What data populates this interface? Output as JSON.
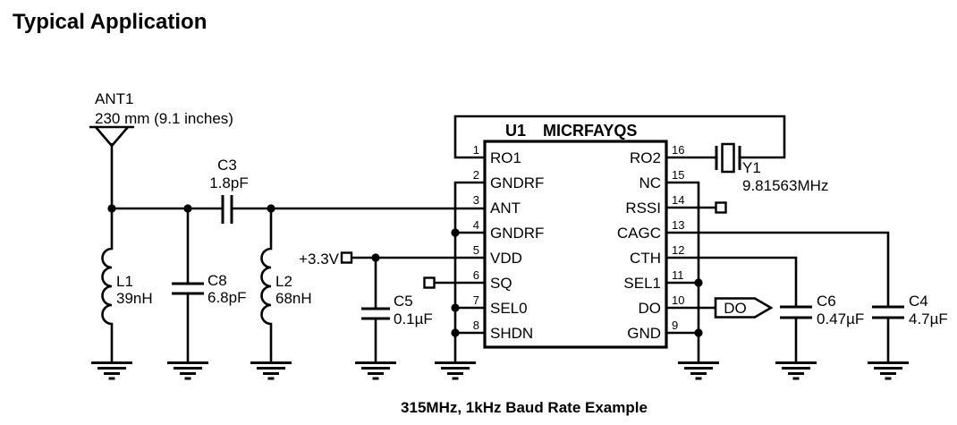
{
  "title": "Typical Application",
  "caption": "315MHz, 1kHz Baud Rate Example",
  "ic": {
    "ref": "U1",
    "part": "MICRFAYQS",
    "left_pins": [
      {
        "num": "1",
        "name": "RO1"
      },
      {
        "num": "2",
        "name": "GNDRF"
      },
      {
        "num": "3",
        "name": "ANT"
      },
      {
        "num": "4",
        "name": "GNDRF"
      },
      {
        "num": "5",
        "name": "VDD"
      },
      {
        "num": "6",
        "name": "SQ"
      },
      {
        "num": "7",
        "name": "SEL0"
      },
      {
        "num": "8",
        "name": "SHDN"
      }
    ],
    "right_pins": [
      {
        "num": "16",
        "name": "RO2"
      },
      {
        "num": "15",
        "name": "NC"
      },
      {
        "num": "14",
        "name": "RSSI"
      },
      {
        "num": "13",
        "name": "CAGC"
      },
      {
        "num": "12",
        "name": "CTH"
      },
      {
        "num": "11",
        "name": "SEL1"
      },
      {
        "num": "10",
        "name": "DO"
      },
      {
        "num": "9",
        "name": "GND"
      }
    ]
  },
  "components": {
    "ant1": {
      "ref": "ANT1",
      "value": "230 mm (9.1 inches)"
    },
    "c3": {
      "ref": "C3",
      "value": "1.8pF"
    },
    "l1": {
      "ref": "L1",
      "value": "39nH"
    },
    "c8": {
      "ref": "C8",
      "value": "6.8pF"
    },
    "l2": {
      "ref": "L2",
      "value": "68nH"
    },
    "c5": {
      "ref": "C5",
      "value": "0.1µF"
    },
    "c6": {
      "ref": "C6",
      "value": "0.47µF"
    },
    "c4": {
      "ref": "C4",
      "value": "4.7µF"
    },
    "y1": {
      "ref": "Y1",
      "value": "9.81563MHz"
    }
  },
  "labels": {
    "supply": "+3.3V",
    "do_flag": "DO"
  },
  "colors": {
    "ink": "#000000",
    "background": "#ffffff"
  }
}
